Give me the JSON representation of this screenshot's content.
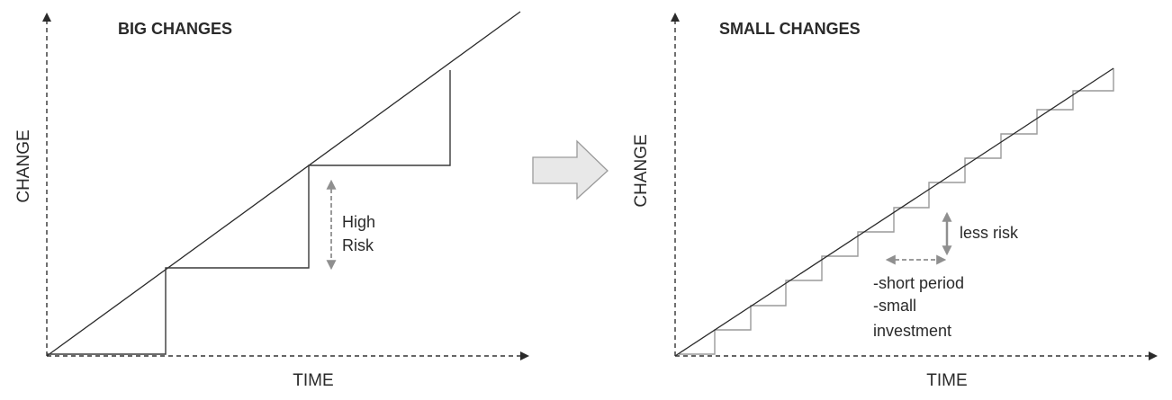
{
  "colors": {
    "background": "#ffffff",
    "text": "#2a2a2a",
    "line": "#2a2a2a",
    "step_line_big": "#3a3a3a",
    "step_line_small": "#9a9a9a",
    "axis_dashed": "#333333",
    "indicator_arrow": "#8f8f8f",
    "transition_arrow_fill": "#e8e8e8",
    "transition_arrow_stroke": "#9a9a9a"
  },
  "left_panel": {
    "title": "BIG CHANGES",
    "y_label": "CHANGE",
    "x_label": "TIME",
    "risk_label_line1": "High",
    "risk_label_line2": "Risk"
  },
  "transition": {
    "icon": "right-arrow-icon"
  },
  "right_panel": {
    "title": "SMALL CHANGES",
    "y_label": "CHANGE",
    "x_label": "TIME",
    "risk_label": "less risk",
    "period_line1": "-short period",
    "period_line2": "-small",
    "period_line3": "investment"
  }
}
